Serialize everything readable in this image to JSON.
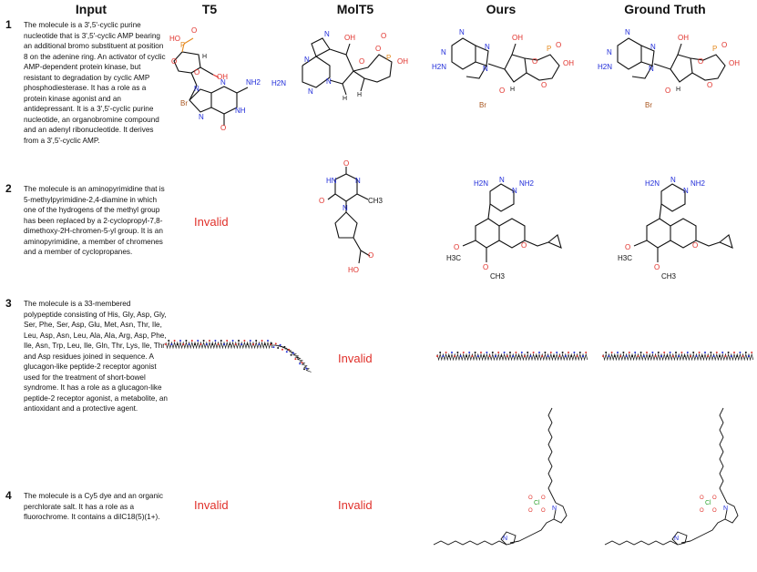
{
  "headers": {
    "input": "Input",
    "t5": "T5",
    "molt5": "MolT5",
    "ours": "Ours",
    "ground_truth": "Ground Truth"
  },
  "rows": [
    {
      "number": "1",
      "description": "The molecule is a 3',5'-cyclic purine nucleotide that is 3',5'-cyclic AMP bearing an additional bromo substituent at position 8 on the adenine ring. An activator of cyclic AMP-dependent protein kinase, but resistant to degradation by cyclic AMP phosphodiesterase. It has a role as a protein kinase agonist and an antidepressant. It is a 3',5'-cyclic purine nucleotide, an organobromine compound and an adenyl ribonucleotide. It derives from a 3',5'-cyclic AMP."
    },
    {
      "number": "2",
      "description": "The molecule is an aminopyrimidine that is 5-methylpyrimidine-2,4-diamine in which one of the hydrogens of the methyl group has been replaced by a 2-cyclopropyl-7,8-dimethoxy-2H-chromen-5-yl group. It is an aminopyrimidine, a member of chromenes and a member of cyclopropanes.",
      "t5": "Invalid"
    },
    {
      "number": "3",
      "description": "The molecule is a 33-membered polypeptide consisting of His, Gly, Asp, Gly, Ser, Phe, Ser, Asp, Glu, Met, Asn, Thr, Ile, Leu, Asp, Asn, Leu, Ala, Ala, Arg, Asp, Phe, Ile, Asn, Trp, Leu, Ile, Gln, Thr, Lys, Ile, Thr and Asp residues joined in sequence. A glucagon-like peptide-2 receptor agonist used for the treatment of short-bowel syndrome. It has a role as a glucagon-like peptide-2 receptor agonist, a metabolite, an antioxidant and a protective agent.",
      "molt5": "Invalid"
    },
    {
      "number": "4",
      "description": "The molecule is a Cy5 dye and an organic perchlorate salt. It has a role as a fluorochrome. It contains a diIC18(5)(1+).",
      "t5": "Invalid",
      "molt5": "Invalid"
    }
  ],
  "atoms": {
    "ho": "HO",
    "oh": "OH",
    "o": "O",
    "p": "P",
    "n": "N",
    "nh": "NH",
    "hn": "HN",
    "nh2": "NH2",
    "h2n": "H2N",
    "br": "Br",
    "h": "H",
    "ch3": "CH3",
    "h3c": "H3C",
    "cl": "Cl"
  },
  "colors": {
    "carbon": "#111111",
    "nitrogen": "#1f2bd9",
    "oxygen": "#e0302a",
    "phosphorus": "#e58a1f",
    "bromine": "#a8551e",
    "chlorine": "#2ea32e",
    "invalid": "#e0302a"
  }
}
